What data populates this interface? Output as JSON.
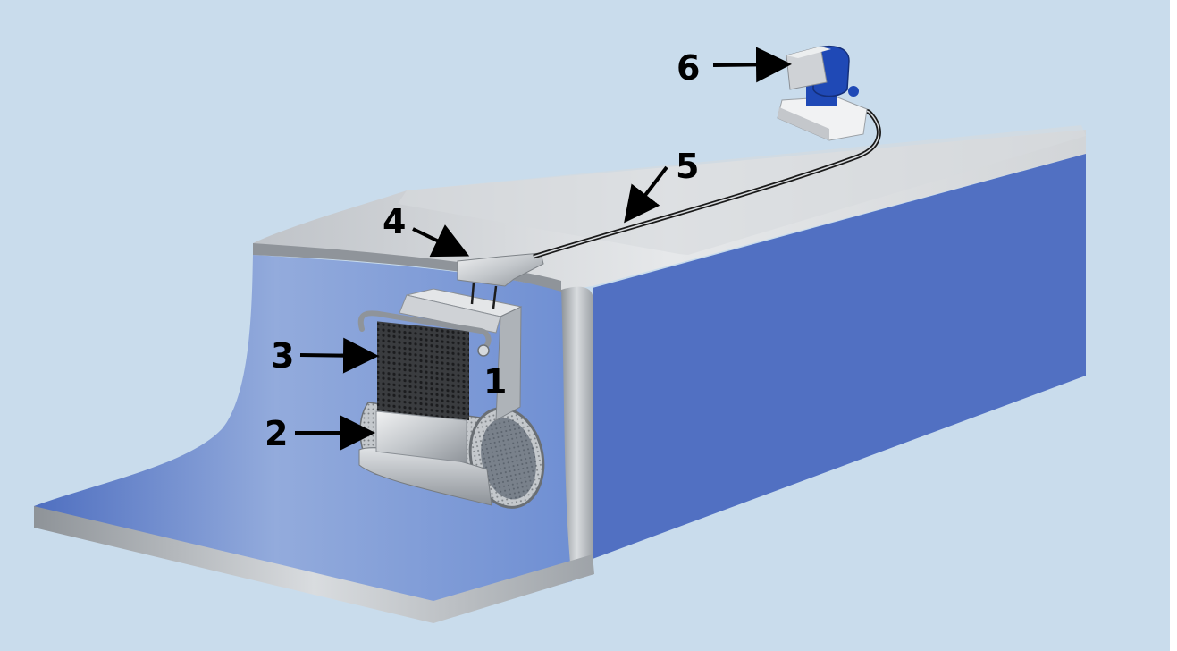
{
  "colors": {
    "background": "#c9dcec",
    "trench_blue": "#4f70c0",
    "trench_blue_light": "#8aa6db",
    "metal_light": "#e2e4e6",
    "metal_mid": "#b4b8bd",
    "metal_dark": "#8d9298",
    "motor_blue": "#1f49b6"
  },
  "labels": {
    "c1": "1",
    "c2": "2",
    "c3": "3",
    "c4": "4",
    "c5": "5",
    "c6": "6"
  }
}
